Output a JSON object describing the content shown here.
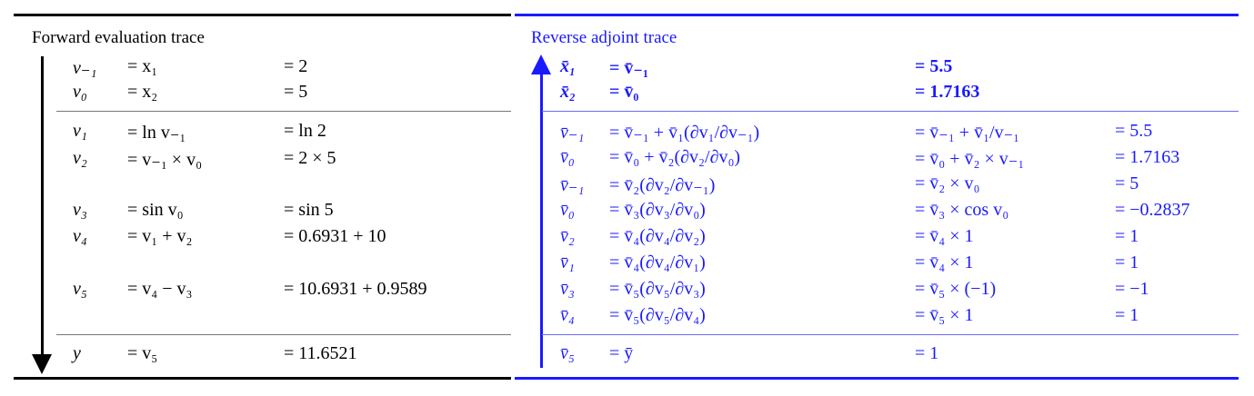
{
  "forward": {
    "title": "Forward evaluation trace",
    "color": "#000000",
    "rows": [
      {
        "var": "v₋₁",
        "def": "= x₁",
        "val": "= 2"
      },
      {
        "var": "v₀",
        "def": "= x₂",
        "val": "= 5"
      },
      {
        "var": "v₁",
        "def": "= ln v₋₁",
        "val": "= ln 2"
      },
      {
        "var": "v₂",
        "def": "= v₋₁ × v₀",
        "val": "= 2 × 5"
      },
      {
        "var": "v₃",
        "def": "= sin v₀",
        "val": "= sin 5"
      },
      {
        "var": "v₄",
        "def": "= v₁ + v₂",
        "val": "= 0.6931 + 10"
      },
      {
        "var": "v₅",
        "def": "= v₄ − v₃",
        "val": "= 10.6931 + 0.9589"
      },
      {
        "var": "y",
        "def": "= v₅",
        "val": "= 11.6521"
      }
    ]
  },
  "reverse": {
    "title": "Reverse adjoint trace",
    "color": "#1a1aff",
    "outputs": [
      {
        "var": "x̄₁",
        "def": "= v̄₋₁",
        "val": "= 5.5"
      },
      {
        "var": "x̄₂",
        "def": "= v̄₀",
        "val": "= 1.7163"
      }
    ],
    "rows": [
      {
        "var": "v̄₋₁",
        "def": "= v̄₋₁ + v̄₁(∂v₁/∂v₋₁)",
        "expr": "= v̄₋₁ + v̄₁/v₋₁",
        "val": "= 5.5"
      },
      {
        "var": "v̄₀",
        "def": "= v̄₀ + v̄₂(∂v₂/∂v₀)",
        "expr": "= v̄₀ + v̄₂ × v₋₁",
        "val": "= 1.7163"
      },
      {
        "var": "v̄₋₁",
        "def": "= v̄₂(∂v₂/∂v₋₁)",
        "expr": "= v̄₂ × v₀",
        "val": "= 5"
      },
      {
        "var": "v̄₀",
        "def": "= v̄₃(∂v₃/∂v₀)",
        "expr": "= v̄₃ × cos v₀",
        "val": "= −0.2837"
      },
      {
        "var": "v̄₂",
        "def": "= v̄₄(∂v₄/∂v₂)",
        "expr": "= v̄₄ × 1",
        "val": "= 1"
      },
      {
        "var": "v̄₁",
        "def": "= v̄₄(∂v₄/∂v₁)",
        "expr": "= v̄₄ × 1",
        "val": "= 1"
      },
      {
        "var": "v̄₃",
        "def": "= v̄₅(∂v₅/∂v₃)",
        "expr": "= v̄₅ × (−1)",
        "val": "= −1"
      },
      {
        "var": "v̄₄",
        "def": "= v̄₅(∂v₅/∂v₄)",
        "expr": "= v̄₅ × 1",
        "val": "= 1"
      }
    ],
    "seed": {
      "var": "v̄₅",
      "def": "= ȳ",
      "val": "= 1"
    }
  }
}
